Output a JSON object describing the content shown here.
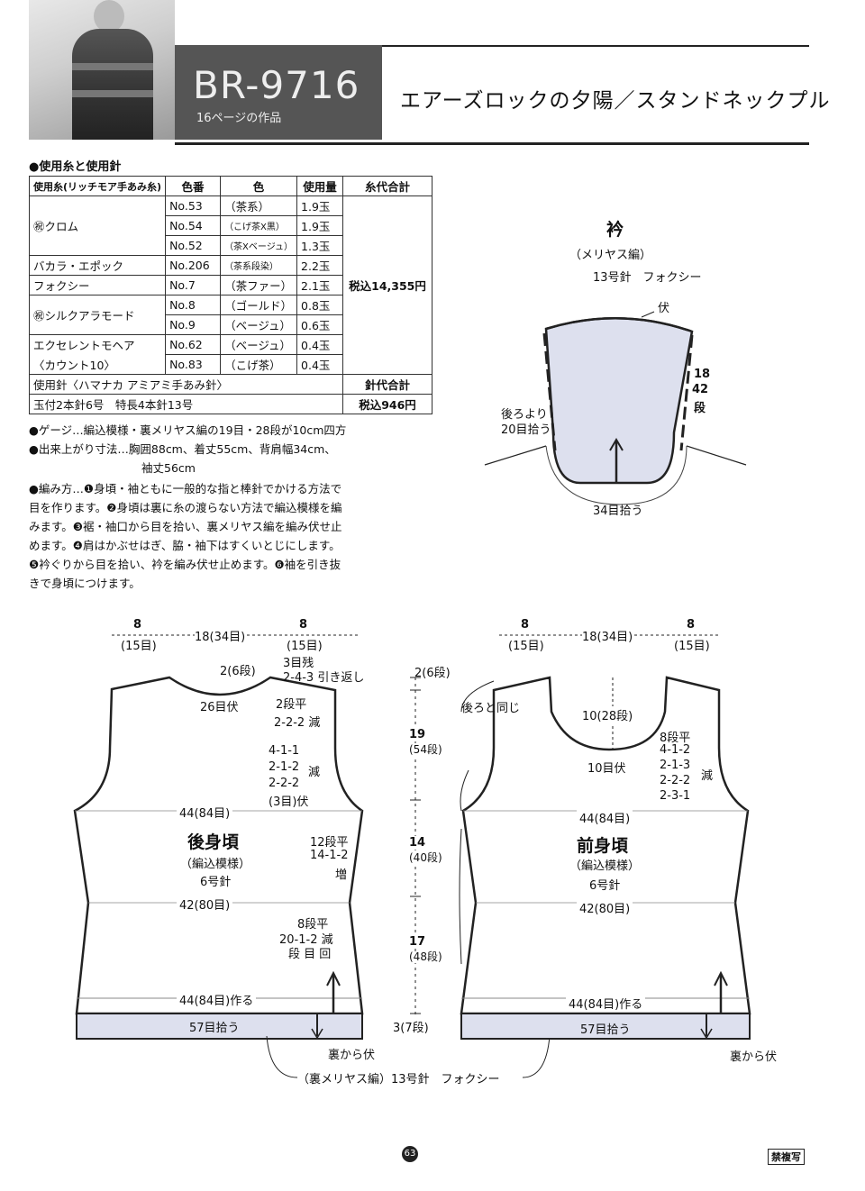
{
  "header": {
    "code": "BR-9716",
    "sub": "16ページの作品",
    "title": "エアーズロックの夕陽／スタンドネックプル"
  },
  "materials": {
    "heading": "●使用糸と使用針",
    "col_yarn": "使用糸(リッチモア手あみ糸)",
    "col_no": "色番",
    "col_color": "色",
    "col_qty": "使用量",
    "col_total": "糸代合計",
    "rows": [
      {
        "yarn": "㊗クロム",
        "no": "No.53",
        "color": "（茶系）",
        "qty": "1.9玉"
      },
      {
        "yarn": "",
        "no": "No.54",
        "color": "（こげ茶X黒）",
        "qty": "1.9玉"
      },
      {
        "yarn": "",
        "no": "No.52",
        "color": "（茶Xベージュ）",
        "qty": "1.3玉"
      },
      {
        "yarn": "バカラ・エポック",
        "no": "No.206",
        "color": "（茶系段染）",
        "qty": "2.2玉"
      },
      {
        "yarn": "フォクシー",
        "no": "No.7",
        "color": "（茶ファー）",
        "qty": "2.1玉"
      },
      {
        "yarn": "㊗シルクアラモード",
        "no": "No.8",
        "color": "（ゴールド）",
        "qty": "0.8玉"
      },
      {
        "yarn": "",
        "no": "No.9",
        "color": "（ベージュ）",
        "qty": "0.6玉"
      },
      {
        "yarn": "エクセレントモヘア",
        "no": "No.62",
        "color": "（ベージュ）",
        "qty": "0.4玉"
      },
      {
        "yarn": "〈カウント10〉",
        "no": "No.83",
        "color": "（こげ茶）",
        "qty": "0.4玉"
      }
    ],
    "yarn_total": "税込14,355円",
    "needle_label": "使用針〈ハマナカ アミアミ手あみ針〉",
    "needle_total_label": "針代合計",
    "needles": "玉付2本針6号　特長4本針13号",
    "needle_total": "税込946円"
  },
  "notes": {
    "gauge": "●ゲージ…編込模様・裏メリヤス編の19目・28段が10cm四方",
    "size1": "●出来上がり寸法…胸囲88cm、着丈55cm、背肩幅34cm、",
    "size2": "袖丈56cm",
    "method1": "●編み方…❶身頃・袖ともに一般的な指と棒針でかける方法で",
    "method2": "目を作ります。❷身頃は裏に糸の渡らない方法で編込模様を編",
    "method3": "みます。❸裾・袖口から目を拾い、裏メリヤス編を編み伏せ止",
    "method4": "めます。❹肩はかぶせはぎ、脇・袖下はすくいとじにします。",
    "method5": "❺衿ぐりから目を拾い、衿を編み伏せ止めます。❻袖を引き抜",
    "method6": "きで身頃につけます。"
  },
  "collar": {
    "title": "衿",
    "stitch": "（メリヤス編）",
    "needle": "13号針　フォクシー",
    "bind": "伏",
    "rows_a": "18",
    "rows_b": "42",
    "rows_c": "段",
    "pick_back1": "後ろより",
    "pick_back2": "20目拾う",
    "pick_front": "34目拾う"
  },
  "back": {
    "name": "後身頃",
    "pattern": "（編込模様）",
    "needle": "6号針",
    "w_left": "8",
    "w_left_st": "(15目)",
    "w_mid": "18(34目)",
    "w_right": "8",
    "w_right_st": "(15目)",
    "neck_rows": "2(6段)",
    "neck_bind": "26目伏",
    "short_rows1": "3目残",
    "short_rows2": "2-4-3 引き返し",
    "neck_dec1": "2段平",
    "neck_dec2": "2-2-2 減",
    "arm_dec1": "4-1-1",
    "arm_dec2": "2-1-2",
    "arm_dec3": "2-2-2",
    "arm_dec_mark": "減",
    "arm_bind": "(3目)伏",
    "chest": "44(84目)",
    "inc1": "12段平",
    "inc2": "14-1-2",
    "inc3": "増",
    "waist": "42(80目)",
    "dec1": "8段平",
    "dec2": "20-1-2 減",
    "dec3": "段 目 回",
    "cast": "44(84目)作る",
    "hem_pick": "57目拾う",
    "hem_bind": "裏から伏"
  },
  "vert": {
    "top": "2(6段)",
    "a": "19",
    "a_rows": "(54段)",
    "b": "14",
    "b_rows": "(40段)",
    "c": "17",
    "c_rows": "(48段)",
    "d": "3(7段)",
    "same_back": "後ろと同じ"
  },
  "front": {
    "name": "前身頃",
    "pattern": "（編込模様）",
    "needle": "6号針",
    "w_left": "8",
    "w_left_st": "(15目)",
    "w_mid": "18(34目)",
    "w_right": "8",
    "w_right_st": "(15目)",
    "neck_depth": "10(28段)",
    "neck_bind": "10目伏",
    "nd1": "8段平",
    "nd2": "4-1-2",
    "nd3": "2-1-3",
    "nd4": "2-2-2",
    "nd5": "2-3-1",
    "nd_mark": "減",
    "chest": "44(84目)",
    "waist": "42(80目)",
    "cast": "44(84目)作る",
    "hem_pick": "57目拾う",
    "hem_bind": "裏から伏"
  },
  "hem_note": "（裏メリヤス編）13号針　フォクシー",
  "footer": {
    "page": "63",
    "stamp": "禁複写"
  }
}
